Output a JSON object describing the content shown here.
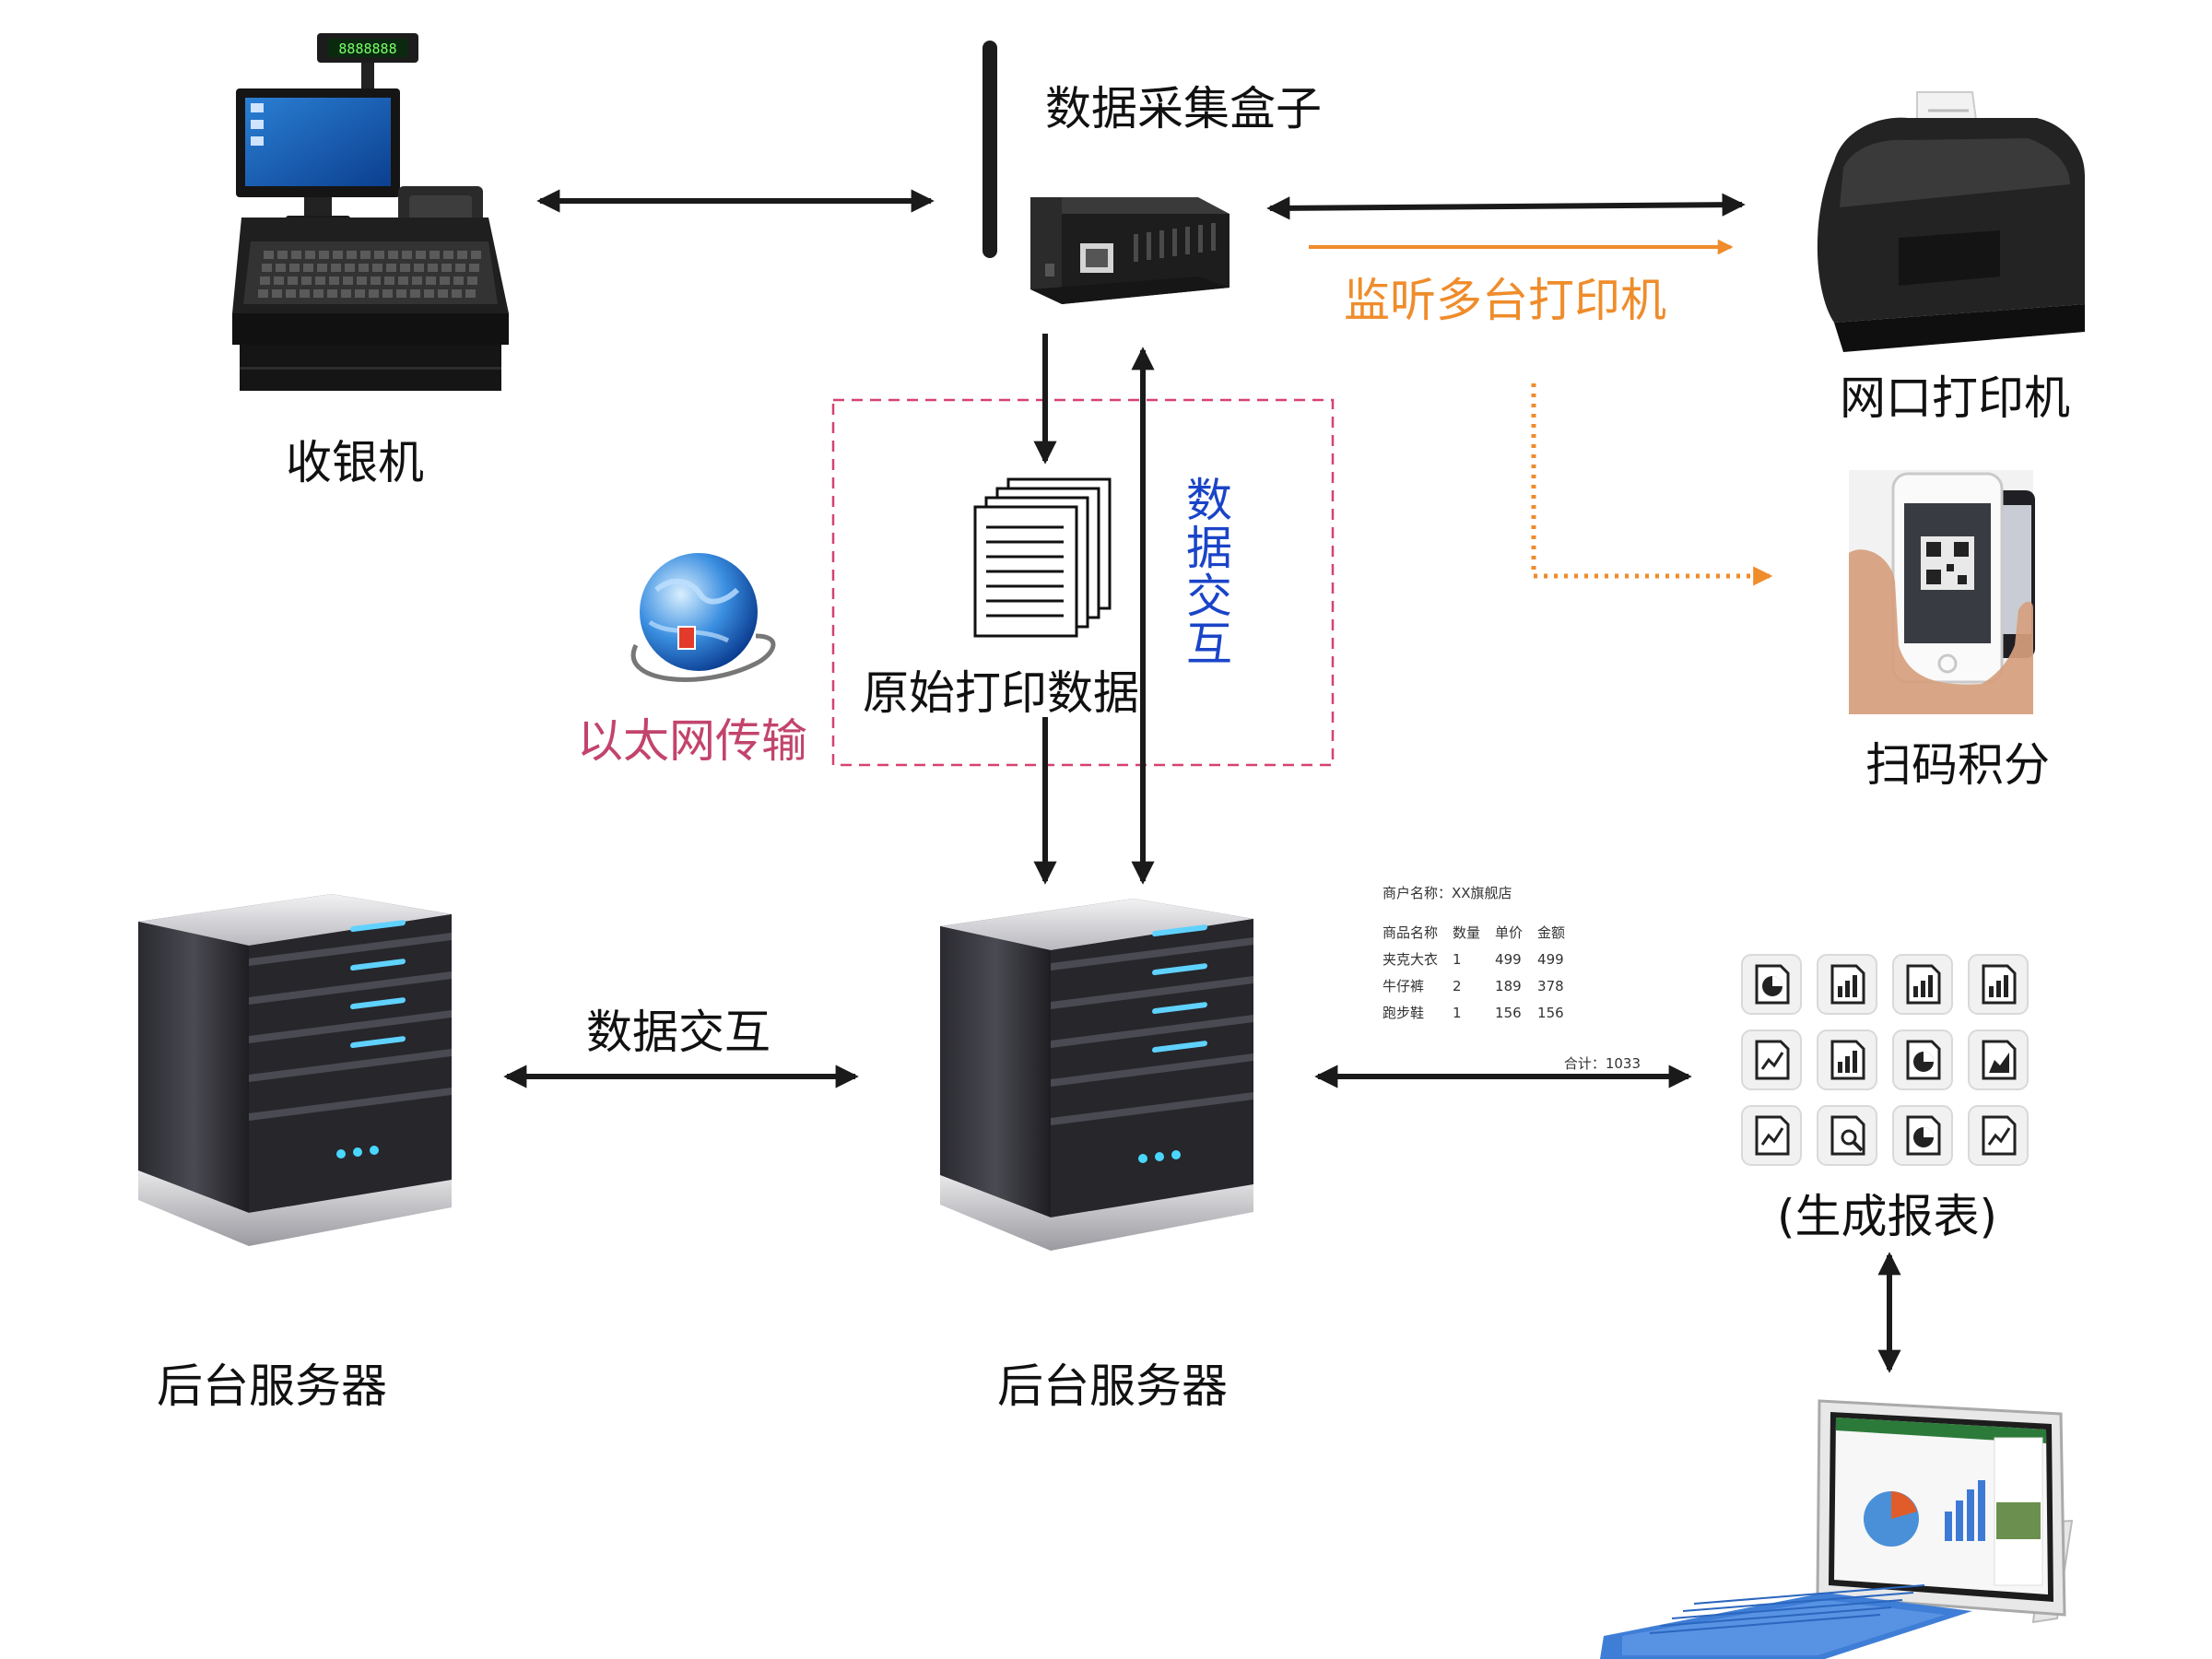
{
  "nodes": {
    "cash_register": "收银机",
    "collector_box": "数据采集盒子",
    "net_printer": "网口打印机",
    "scan_points": "扫码积分",
    "raw_print_data": "原始打印数据",
    "backend_server_left": "后台服务器",
    "backend_server_right": "后台服务器",
    "report_gen": "(生成报表)"
  },
  "edge_labels": {
    "monitor_printers": "监听多台打印机",
    "ethernet": "以太网传输",
    "data_exchange_vertical": "数据交互",
    "data_exchange_horizontal": "数据交互"
  },
  "receipt": {
    "merchant": "商户名称：XX旗舰店",
    "headers": [
      "商品名称",
      "数量",
      "单价",
      "金额"
    ],
    "rows": [
      [
        "夹克大衣",
        "1",
        "499",
        "499"
      ],
      [
        "牛仔裤",
        "2",
        "189",
        "378"
      ],
      [
        "跑步鞋",
        "1",
        "156",
        "156"
      ]
    ],
    "total": "合计：1033"
  },
  "display_digits": "8888888",
  "colors": {
    "arrow": "#1a1a1a",
    "orange": "#ef8c2b",
    "pink_dash": "#d6426f",
    "blue_label": "#1a44c8"
  }
}
